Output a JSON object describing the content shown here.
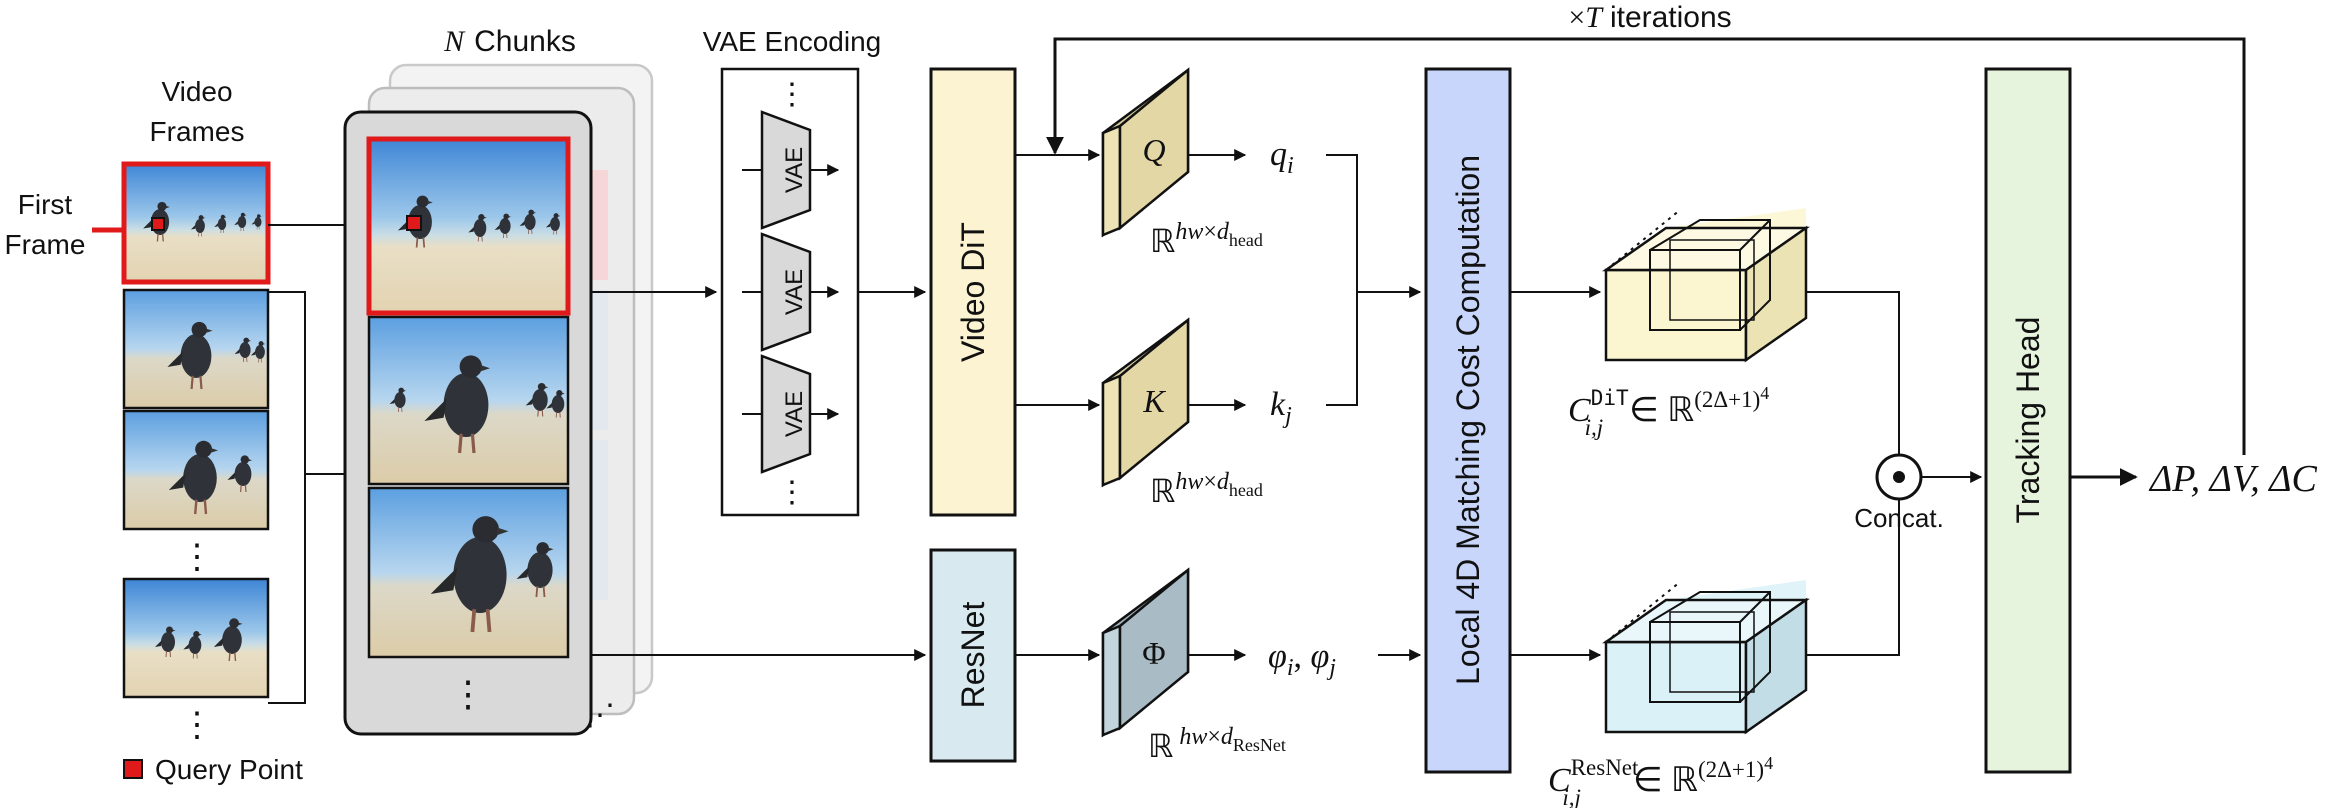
{
  "inputs": {
    "video_frames_label_line1": "Video",
    "video_frames_label_line2": "Frames",
    "first_frame_line1": "First",
    "first_frame_line2": "Frame",
    "query_point_label": "Query Point",
    "frames_dots": "⋮"
  },
  "chunks": {
    "title_var": "N",
    "title_text": "Chunks",
    "dots": "⋮",
    "diag_dots": "⋰"
  },
  "vae": {
    "title": "VAE Encoding",
    "block_label": "VAE",
    "dots": "⋮"
  },
  "blocks": {
    "video_dit": "Video DiT",
    "resnet": "ResNet",
    "matching": "Local 4D Matching Cost Computation",
    "tracking_head": "Tracking Head"
  },
  "projections": {
    "q": "Q",
    "k": "K",
    "phi": "Φ",
    "q_out": "q",
    "q_out_sub": "i",
    "k_out": "k",
    "k_out_sub": "j",
    "phi_out": "φ",
    "phi_out_sub1": "i",
    "phi_out_sep": ", ",
    "phi_out_sub2": "j",
    "dim_R": "ℝ",
    "dim_hw": "hw",
    "dim_times": "×",
    "dim_d": "d",
    "dim_head": "head",
    "dim_resnet": "ResNet"
  },
  "cost": {
    "dit_C": "C",
    "dit_sup": "DiT",
    "dit_sub": "i,j",
    "resnet_C": "C",
    "resnet_sup": "ResNet",
    "resnet_sub": "i,j",
    "in_R": "∈ ℝ",
    "exp": "(2Δ+1)",
    "exp_pow": "4"
  },
  "concat": {
    "symbol": "⊙",
    "label": "Concat."
  },
  "iterations": {
    "times": "×",
    "T": "T",
    "text": "iterations"
  },
  "output": {
    "text": "ΔP, ΔV, ΔC"
  },
  "colors": {
    "query_red": "#e0191b",
    "dit_fill": "#fcf3d2",
    "resnet_fill": "#d9e9f0",
    "matching_fill": "#c9d6fb",
    "tracking_fill": "#e6f4dd",
    "q_face": "#d9cfa0",
    "phi_face": "#9fb3bd",
    "cube_dit": "#fbf6d0",
    "cube_resnet": "#dbf1f8",
    "chunk_gray": "#d9d9d9"
  }
}
